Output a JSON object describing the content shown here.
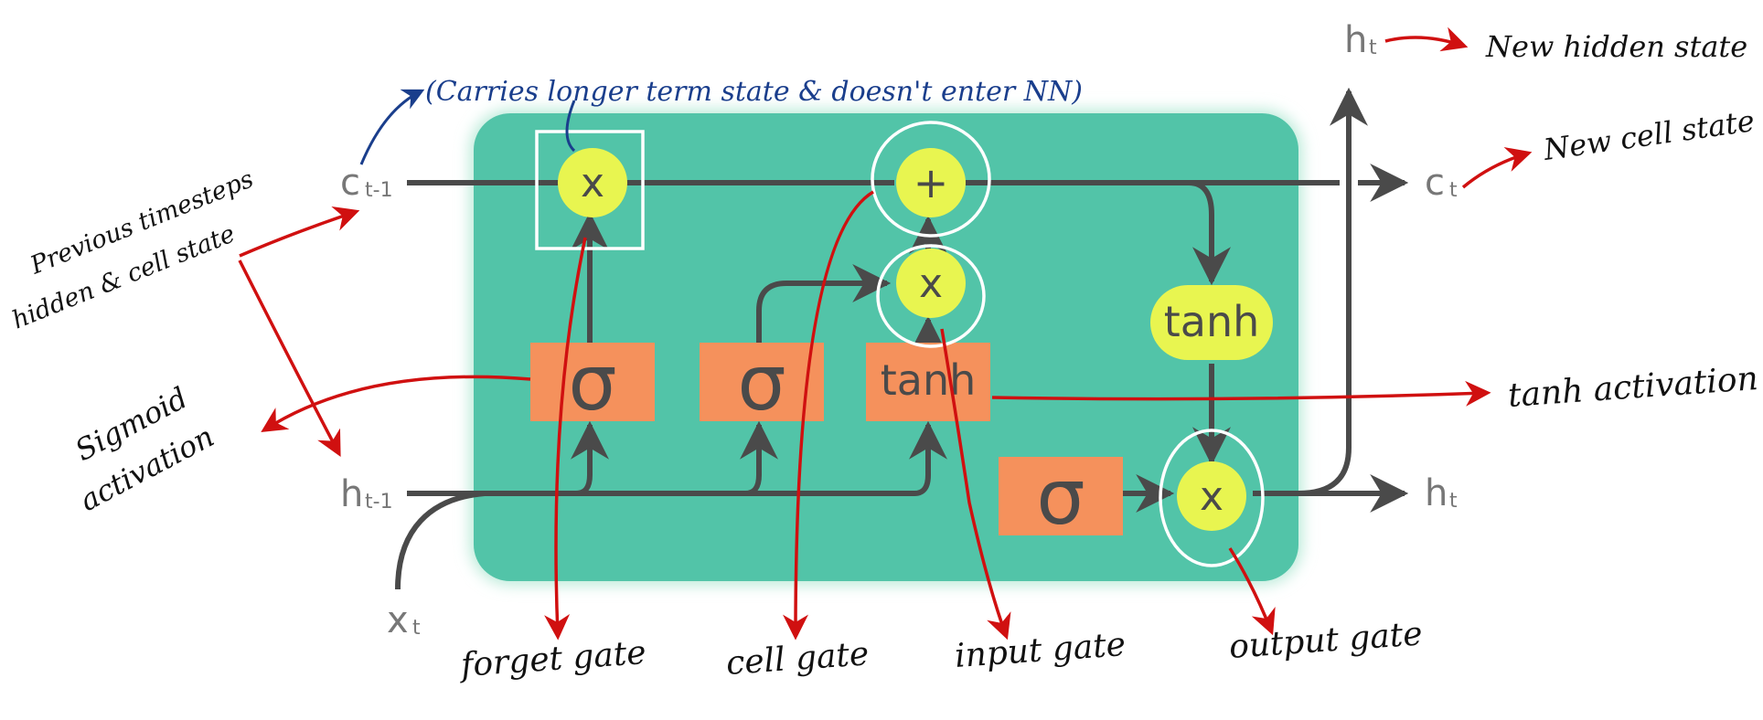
{
  "diagram": {
    "labels": {
      "c_prev": "c",
      "c_prev_sub": "t-1",
      "h_prev": "h",
      "h_prev_sub": "t-1",
      "x_t": "x",
      "x_t_sub": "t",
      "c_t": "c",
      "c_t_sub": "t",
      "h_t_right": "h",
      "h_t_right_sub": "t",
      "h_t_top": "h",
      "h_t_top_sub": "t"
    },
    "ops": {
      "forget_mul": "x",
      "cell_add": "+",
      "input_mul": "x",
      "output_mul": "x"
    },
    "layers": {
      "sigma_forget": "σ",
      "sigma_input": "σ",
      "tanh_layer": "tanh",
      "sigma_output": "σ",
      "tanh_out": "tanh"
    }
  },
  "annotations": {
    "carries_note": "(Carries longer term state & doesn't enter NN)",
    "new_hidden_state": "New hidden state",
    "new_cell_state": "New cell state",
    "previous_timesteps": "Previous timesteps",
    "hidden_cell_state": "hidden & cell state",
    "sigmoid": "Sigmoid",
    "activation": "activation",
    "tanh_activation": "tanh activation",
    "forget_gate": "forget gate",
    "cell_gate": "cell gate",
    "input_gate": "input gate",
    "output_gate": "output gate"
  },
  "colors": {
    "cell_fill": "#52c4a8",
    "cell_glow": "#b9ead8",
    "op_fill": "#e8f550",
    "layer_fill": "#f5915c",
    "line": "#4a4a4a",
    "label": "#777777",
    "red_ink": "#d01010",
    "blue_ink": "#1a3e8c"
  }
}
